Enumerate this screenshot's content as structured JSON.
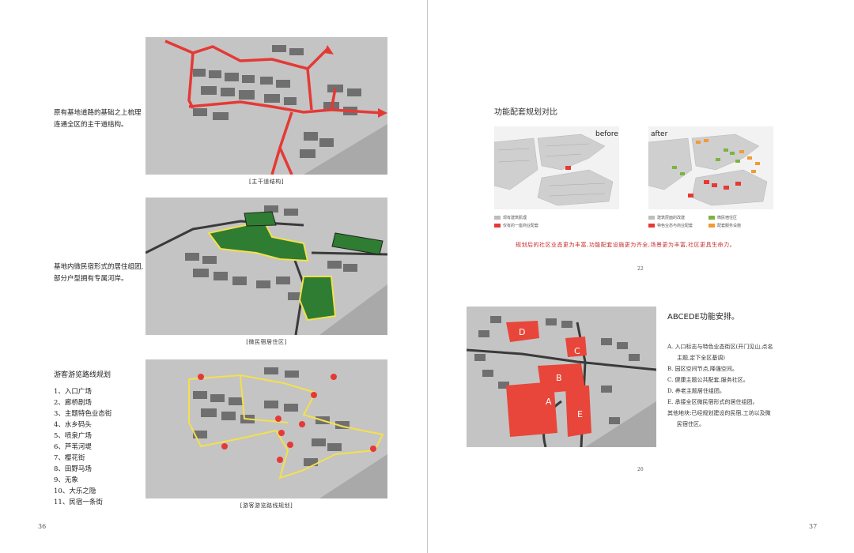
{
  "left": {
    "panel1": {
      "caption": "[主干道结构]",
      "text_line1": "原有基地道路的基础之上梳理",
      "text_line2": "连通全区的主干道结构。"
    },
    "panel2": {
      "caption": "[微民宿居住区]",
      "text_line1": "基地内微民宿形式的居住组团,",
      "text_line2": "部分户型拥有专属河岸。"
    },
    "panel3": {
      "caption": "[游客游览路线规划]",
      "title": "游客游览路线规划",
      "items": [
        "1、入口广场",
        "2、廊桥剧场",
        "3、主题特色业态街",
        "4、水乡码头",
        "5、喷泉广场",
        "6、芦苇河堤",
        "7、樱花街",
        "8、田野马场",
        "9、无象",
        "10、大乐之隐",
        "11、民宿一条街"
      ]
    },
    "page_number": "36"
  },
  "right": {
    "compare_title": "功能配套规划对比",
    "before_label": "before",
    "after_label": "after",
    "legend_before": [
      "现有建筑肌理",
      "仅有的一座商业配套"
    ],
    "legend_after": [
      "建筑层面的改建",
      "特色业态与商业配套",
      "微民宿住区",
      "配套服务设施"
    ],
    "red_note": "规划后的社区业态更为丰富,功能配套设施更为齐全,场景更为丰富,社区更具生命力。",
    "inner_page_1": "22",
    "abc_title": "ABCEDE功能安排。",
    "abc_items": [
      "A. 入口标志与特色业态街区(开门见山,点名",
      "主题,定下全区基调)",
      "B. 园区空间节点,降强空间。",
      "C. 健康主题公共配套,服务社区。",
      "D. 养老主题居住组团。",
      "E. 承接全区微民宿形式的居住组团。",
      "其他地块:已经规划建设的民宿,工坊以及微",
      "民宿住区。"
    ],
    "inner_page_2": "26",
    "page_number": "37",
    "zone_letters": [
      "D",
      "C",
      "B",
      "A",
      "E"
    ]
  },
  "colors": {
    "road_red": "#e53935",
    "zone_green": "#2e7d32",
    "route_yellow": "#f4e04d",
    "marker_red": "#e53935",
    "zone_red": "#e8463a",
    "note_red": "#c62828"
  }
}
